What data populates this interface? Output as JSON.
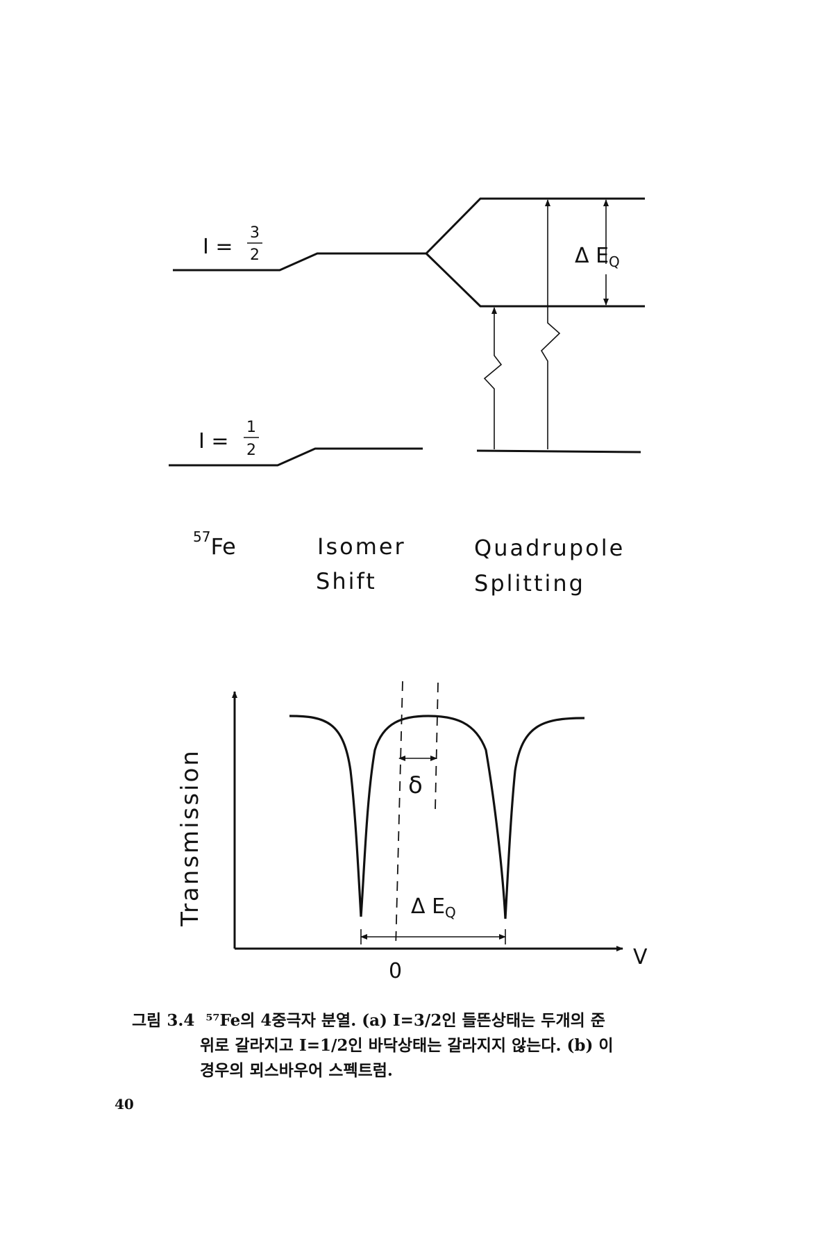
{
  "energy_diagram": {
    "excited_state": {
      "label_I": "I =",
      "num": "3",
      "den": "2"
    },
    "ground_state": {
      "label_I": "I =",
      "num": "1",
      "den": "2"
    },
    "splitting_label": {
      "delta": "Δ",
      "E": "E",
      "sub": "Q"
    },
    "isotope": {
      "mass": "57",
      "element": "Fe"
    },
    "column_labels": {
      "isomer": [
        "Isomer",
        "Shift"
      ],
      "quadrupole": [
        "Quadrupole",
        "Splitting"
      ]
    }
  },
  "spectrum": {
    "ylabel": "Transmission",
    "xlabel": "V",
    "zero_tick": "0",
    "shift_label": "δ",
    "splitting_label": {
      "delta": "Δ",
      "E": "E",
      "sub": "Q"
    }
  },
  "caption": {
    "figure_no": "그림 3.4",
    "line1": "⁵⁷Fe의 4중극자 분열. (a) I=3/2인 들뜬상태는 두개의 준",
    "line2": "위로 갈라지고 I=1/2인 바닥상태는 갈라지지 않는다. (b) 이",
    "line3": "경우의 뫼스바우어 스펙트럼."
  },
  "page_number": "40"
}
